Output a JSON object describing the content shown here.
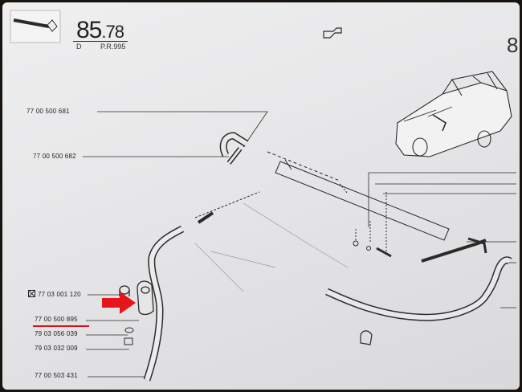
{
  "header": {
    "page_main": "85",
    "page_sub": ".78",
    "variant": "D",
    "revision": "P.R.995",
    "right_page_main": "8"
  },
  "part_refs": [
    {
      "id": "r1",
      "text": "77 00 500 681",
      "marker": false,
      "highlighted": false
    },
    {
      "id": "r2",
      "text": "77 00 500 682",
      "marker": false,
      "highlighted": false
    },
    {
      "id": "r3",
      "text": "77 03 001 120",
      "marker": true,
      "highlighted": false
    },
    {
      "id": "r4",
      "text": "77 00 500 895",
      "marker": false,
      "highlighted": true
    },
    {
      "id": "r5",
      "text": "79 03 056 039",
      "marker": false,
      "highlighted": false
    },
    {
      "id": "r6",
      "text": "79 03 032 009",
      "marker": false,
      "highlighted": false
    },
    {
      "id": "r7",
      "text": "77 00 503 431",
      "marker": false,
      "highlighted": false
    }
  ],
  "colors": {
    "highlight_arrow": "#e8141c",
    "highlight_underline": "#d8141a",
    "ink": "#2a2a2a"
  }
}
